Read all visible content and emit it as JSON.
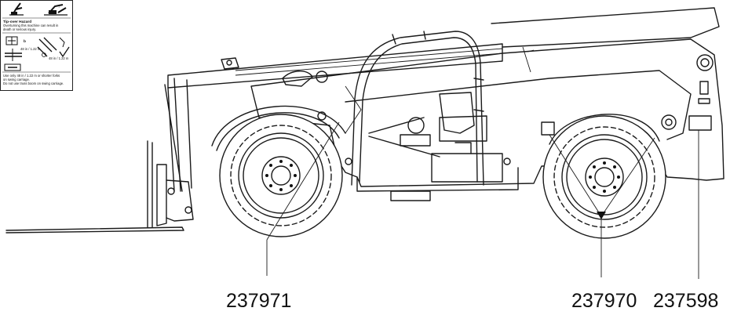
{
  "part_labels": {
    "front_tire": "237971",
    "rear_tires": "237970",
    "rear_decal": "237598"
  },
  "warning_decal": {
    "title": "Tip-over Hazard",
    "line1": "Overturning this machine can result in",
    "line2": "death or serious injury.",
    "line3": "Use only 48 in / 1.22 m or shorter forks",
    "line4": "on swing carriage.",
    "line5": "Do not use truss boom on swing carriage.",
    "dim1": "48 in / 1.22 m",
    "dim2": "48 in / 1.22 m"
  },
  "colors": {
    "line": "#1a1a1a",
    "background": "#ffffff"
  }
}
